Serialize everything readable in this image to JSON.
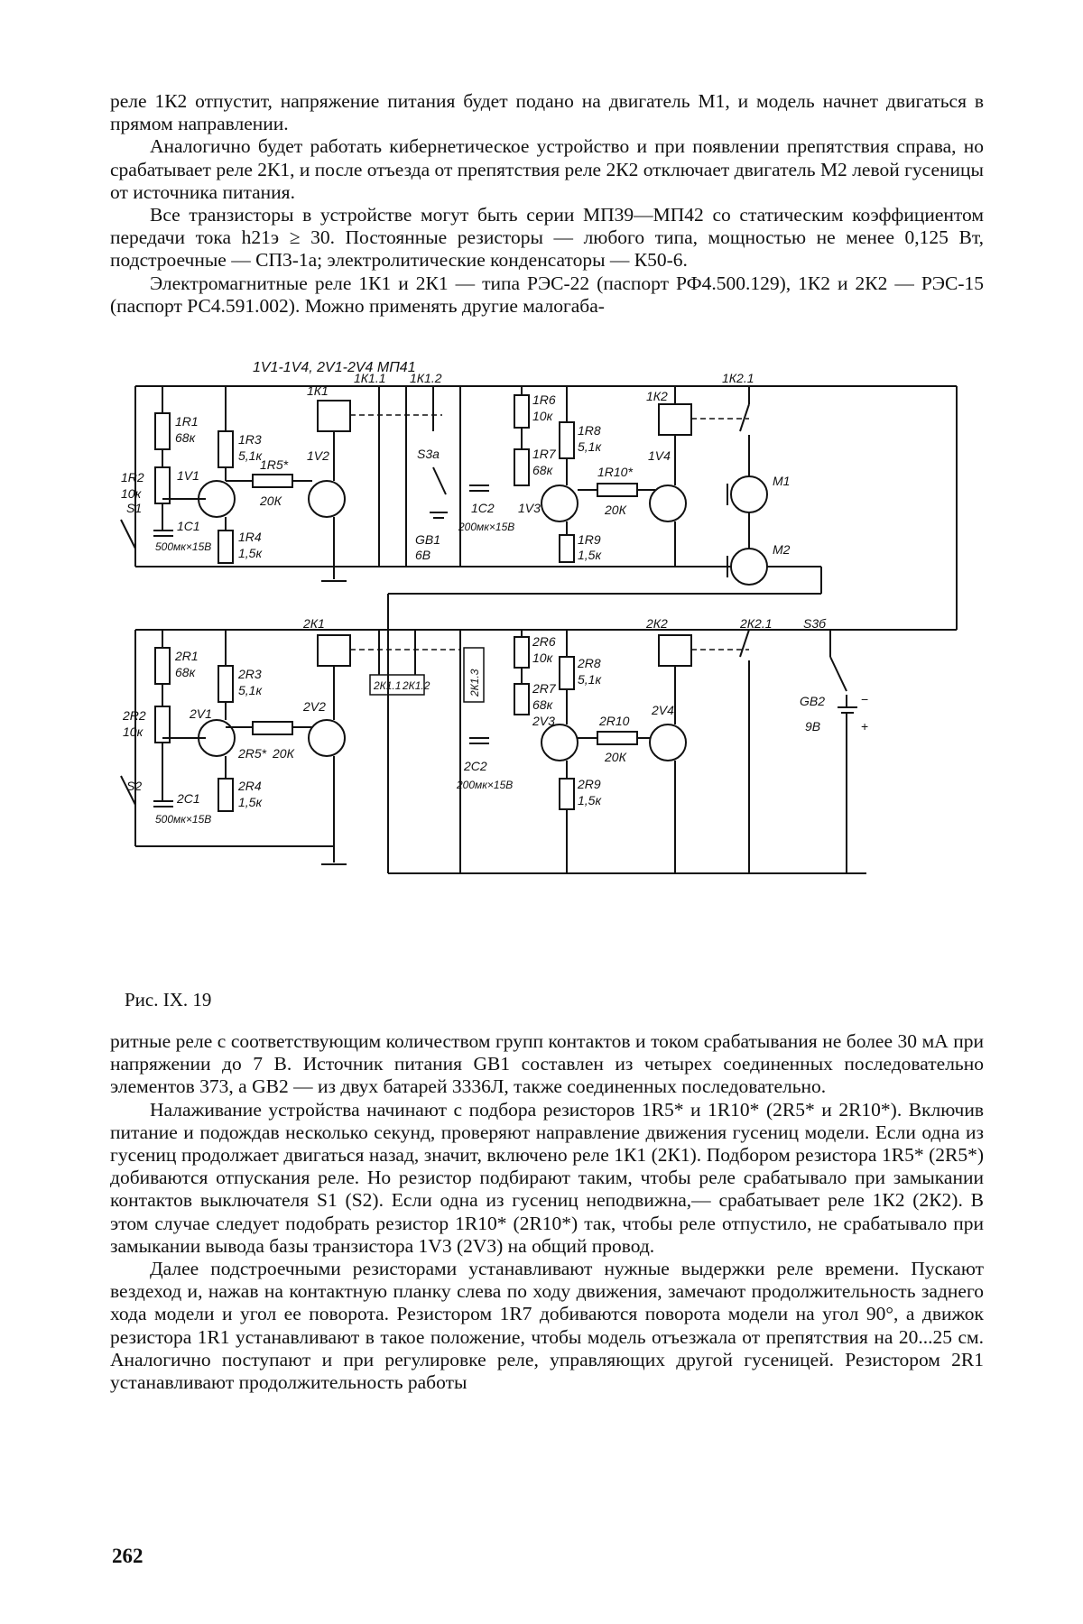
{
  "document": {
    "top_paragraphs": [
      "реле 1К2 отпустит, напряжение питания будет подано на двигатель М1, и модель начнет двигаться в прямом направлении.",
      "Аналогично будет работать кибернетическое устройство и при появлении препятствия справа, но срабатывает реле 2К1, и после отъезда от препятствия реле 2К2 отключает двигатель М2 левой гусеницы от источника питания.",
      "Все транзисторы в устройстве могут быть серии МП39—МП42 со статическим коэффициентом передачи тока h21э ≥ 30. Постоянные резисторы — любого типа, мощностью не менее 0,125 Вт, подстроечные — СП3-1а; электролитические конденсаторы — К50-6.",
      "Электромагнитные реле 1К1 и 2К1 — типа РЭС-22 (паспорт РФ4.500.129), 1К2 и 2К2 — РЭС-15 (паспорт РС4.591.002). Можно применять другие малогаба-"
    ],
    "bottom_paragraphs": [
      "ритные реле с соответствующим количеством групп контактов и током срабатывания не более 30 мА при напряжении до 7 В. Источник питания GB1 составлен из четырех соединенных последовательно элементов 373, а GB2 — из двух батарей 3336Л, также соединенных последовательно.",
      "Налаживание устройства начинают с подбора резисторов 1R5* и 1R10* (2R5* и 2R10*). Включив питание и подождав несколько секунд, проверяют направление движения гусениц модели. Если одна из гусениц продолжает двигаться назад, значит, включено реле 1К1 (2К1). Подбором резистора 1R5* (2R5*) добиваются отпускания реле. Но резистор подбирают таким, чтобы реле срабатывало при замыкании контактов выключателя S1 (S2). Если одна из гусениц неподвижна,— срабатывает реле 1К2 (2К2). В этом случае следует подобрать резистор 1R10* (2R10*) так, чтобы реле отпустило, не срабатывало при замыкании вывода базы транзистора 1V3 (2V3) на общий провод.",
      "Далее подстроечными резисторами устанавливают нужные выдержки реле времени. Пускают вездеход и, нажав на контактную планку слева по ходу движения, замечают продолжительность заднего хода модели и угол ее поворота. Резистором 1R7 добиваются поворота модели на угол 90°, а движок резистора 1R1 устанавливают в такое положение, чтобы модель отъезжала от препятствия на 20...25 см. Аналогично поступают и при регулировке реле, управляющих другой гусеницей. Резистором 2R1 устанавливают продолжительность работы"
    ],
    "caption": "Рис. IX. 19",
    "page_number": "262"
  },
  "schematic": {
    "header": "1V1-1V4, 2V1-2V4 МП41",
    "labels": {
      "r1_1": "1R1",
      "r1_1v": "68к",
      "r1_2": "1R2",
      "r1_2v": "10к",
      "r1_3": "1R3",
      "r1_3v": "5,1к",
      "r1_4": "1R4",
      "r1_4v": "1,5к",
      "r1_5": "1R5*",
      "r1_5v": "20К",
      "r1_6": "1R6",
      "r1_6v": "10к",
      "r1_7": "1R7",
      "r1_7v": "68к",
      "r1_8": "1R8",
      "r1_8v": "5,1к",
      "r1_9": "1R9",
      "r1_9v": "1,5к",
      "r1_10": "1R10*",
      "r1_10v": "20К",
      "v1_1": "1V1",
      "v1_2": "1V2",
      "v1_3": "1V3",
      "v1_4": "1V4",
      "k1_1": "1К1",
      "k1_2": "1К2",
      "k1_11": "1К1.1",
      "k1_12": "1К1.2",
      "k1_21": "1К2.1",
      "c1_1": "1С1",
      "c1_1v": "500мк×15В",
      "c1_2": "1С2",
      "c1_2v": "200мк×15В",
      "s1": "S1",
      "s3a": "S3а",
      "gb1": "GB1",
      "gb1v": "6В",
      "m1": "М1",
      "m2": "М2",
      "r2_1": "2R1",
      "r2_1v": "68к",
      "r2_2": "2R2",
      "r2_2v": "10к",
      "r2_3": "2R3",
      "r2_3v": "5,1к",
      "r2_4": "2R4",
      "r2_4v": "1,5к",
      "r2_5": "2R5*",
      "r2_5v": "20К",
      "r2_6": "2R6",
      "r2_6v": "10к",
      "r2_7": "2R7",
      "r2_7v": "68к",
      "r2_8": "2R8",
      "r2_8v": "5,1к",
      "r2_9": "2R9",
      "r2_9v": "1,5к",
      "r2_10": "2R10",
      "r2_10v": "20К",
      "v2_1": "2V1",
      "v2_2": "2V2",
      "v2_3": "2V3",
      "v2_4": "2V4",
      "k2_1": "2К1",
      "k2_2": "2К2",
      "k2_11": "2К1.1",
      "k2_12": "2К1.2",
      "k2_13": "2К1.3",
      "k2_21": "2К2.1",
      "c2_1": "2С1",
      "c2_1v": "500мк×15В",
      "c2_2": "2С2",
      "c2_2v": "200мк×15В",
      "s2": "S2",
      "s3b": "S3б",
      "gb2": "GB2",
      "gb2v": "9В"
    }
  }
}
